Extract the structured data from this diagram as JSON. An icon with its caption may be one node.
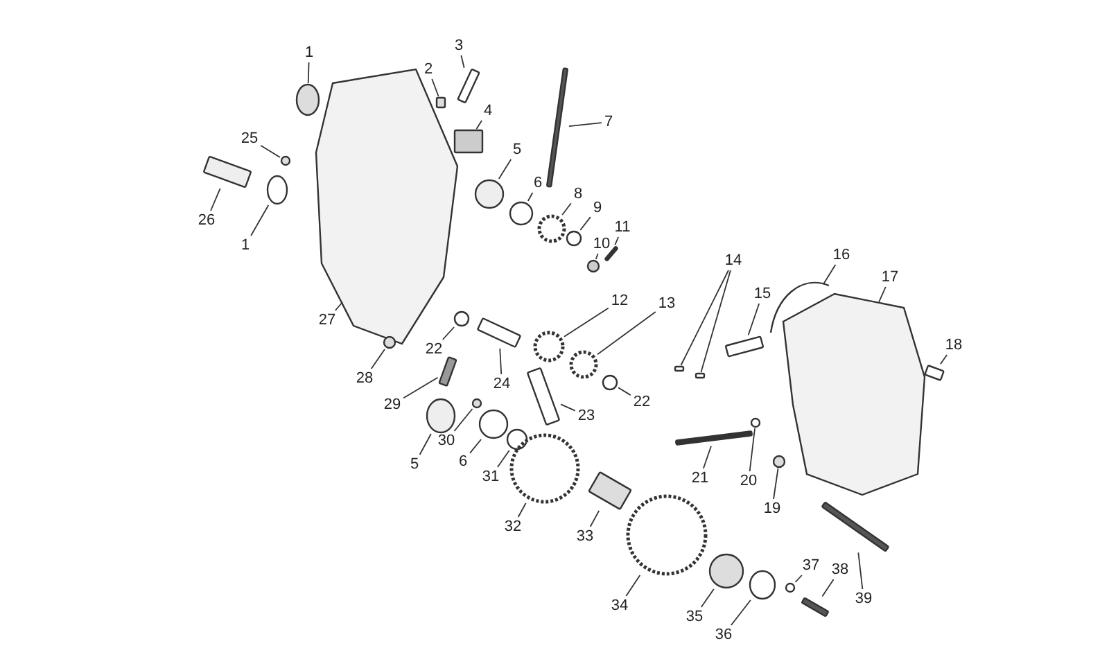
{
  "diagram": {
    "nodes": [
      {
        "text": [
          "3"
        ]
      },
      {
        "text": [
          "1"
        ]
      },
      {
        "text": [
          "2"
        ]
      },
      {
        "text": [
          "4"
        ]
      },
      {
        "text": [
          "7"
        ]
      },
      {
        "text": [
          "25"
        ]
      },
      {
        "text": [
          "5"
        ]
      },
      {
        "text": [
          "6"
        ]
      },
      {
        "text": [
          "8"
        ]
      },
      {
        "text": [
          "26"
        ]
      },
      {
        "text": [
          "9"
        ]
      },
      {
        "text": [
          "11"
        ]
      },
      {
        "text": [
          "10"
        ]
      },
      {
        "text": [
          "1"
        ]
      },
      {
        "text": [
          "14"
        ]
      },
      {
        "text": [
          "16"
        ]
      },
      {
        "text": [
          "15"
        ]
      },
      {
        "text": [
          "17"
        ]
      },
      {
        "text": [
          "12"
        ]
      },
      {
        "text": [
          "13"
        ]
      },
      {
        "text": [
          "27"
        ]
      },
      {
        "text": [
          "22"
        ]
      },
      {
        "text": [
          "18"
        ]
      },
      {
        "text": [
          "28"
        ]
      },
      {
        "text": [
          "24"
        ]
      },
      {
        "text": [
          "22"
        ]
      },
      {
        "text": [
          "29"
        ]
      },
      {
        "text": [
          "23"
        ]
      },
      {
        "text": [
          "30"
        ]
      },
      {
        "text": [
          "5"
        ]
      },
      {
        "text": [
          "6"
        ]
      },
      {
        "text": [
          "31"
        ]
      },
      {
        "text": [
          "21"
        ]
      },
      {
        "text": [
          "20"
        ]
      },
      {
        "text": [
          "19"
        ]
      },
      {
        "text": [
          "32"
        ]
      },
      {
        "text": [
          "33"
        ]
      },
      {
        "text": [
          "37"
        ]
      },
      {
        "text": [
          "38"
        ]
      },
      {
        "text": [
          "39"
        ]
      },
      {
        "text": [
          "34"
        ]
      },
      {
        "text": [
          "35"
        ]
      },
      {
        "text": [
          "36"
        ]
      },
      {
        "text": [],
        "shape": "box"
      },
      {
        "text": [],
        "shape": "circle"
      },
      {
        "text": [],
        "shape": "box"
      },
      {
        "text": [],
        "shape": "box"
      },
      {
        "text": [],
        "shape": "box"
      },
      {
        "text": [],
        "shape": "circle"
      },
      {
        "text": [],
        "shape": "circle"
      },
      {
        "text": [],
        "shape": "circle"
      },
      {
        "text": [],
        "shape": "circle"
      },
      {
        "text": [],
        "shape": "box"
      },
      {
        "text": [],
        "shape": "circle"
      },
      {
        "text": [],
        "shape": "box"
      },
      {
        "text": [],
        "shape": "circle"
      },
      {
        "text": [],
        "shape": "circle"
      },
      {
        "text": [],
        "shape": "box"
      },
      {
        "text": [],
        "shape": "box"
      },
      {
        "text": [],
        "shape": "curve"
      },
      {
        "text": [],
        "shape": "box"
      },
      {
        "text": [],
        "shape": "box"
      },
      {
        "text": [],
        "shape": "circle"
      },
      {
        "text": [],
        "shape": "circle"
      },
      {
        "text": [],
        "shape": "box"
      },
      {
        "text": [],
        "shape": "circle"
      },
      {
        "text": [],
        "shape": "box"
      },
      {
        "text": [],
        "shape": "circle"
      },
      {
        "text": [],
        "shape": "box"
      },
      {
        "text": [],
        "shape": "circle"
      },
      {
        "text": [],
        "shape": "box"
      },
      {
        "text": [],
        "shape": "box"
      },
      {
        "text": [],
        "shape": "circle"
      },
      {
        "text": [],
        "shape": "circle"
      },
      {
        "text": [],
        "shape": "circle"
      },
      {
        "text": [],
        "shape": "circle"
      },
      {
        "text": [],
        "shape": "box"
      },
      {
        "text": [],
        "shape": "circle"
      },
      {
        "text": [],
        "shape": "circle"
      },
      {
        "text": [],
        "shape": "circle"
      },
      {
        "text": [],
        "shape": "box"
      },
      {
        "text": [],
        "shape": "circle"
      },
      {
        "text": [],
        "shape": "box"
      },
      {
        "text": [],
        "shape": "box"
      },
      {
        "text": [],
        "shape": "circle"
      },
      {
        "text": [],
        "shape": "circle"
      },
      {
        "text": [],
        "shape": "circle"
      }
    ],
    "edges": [
      {
        "from": 0,
        "to": 43,
        "arrow": "none"
      },
      {
        "from": 1,
        "to": 44,
        "arrow": "none"
      },
      {
        "from": 2,
        "to": 45,
        "arrow": "none"
      },
      {
        "from": 3,
        "to": 46,
        "arrow": "none"
      },
      {
        "from": 4,
        "to": 47,
        "arrow": "none"
      },
      {
        "from": 5,
        "to": 48,
        "arrow": "none"
      },
      {
        "from": 6,
        "to": 49,
        "arrow": "none"
      },
      {
        "from": 7,
        "to": 50,
        "arrow": "none"
      },
      {
        "from": 8,
        "to": 51,
        "arrow": "none"
      },
      {
        "from": 9,
        "to": 52,
        "arrow": "none"
      },
      {
        "from": 10,
        "to": 53,
        "arrow": "none"
      },
      {
        "from": 11,
        "to": 54,
        "arrow": "none"
      },
      {
        "from": 12,
        "to": 55,
        "arrow": "none"
      },
      {
        "from": 13,
        "to": 56,
        "arrow": "none"
      },
      {
        "from": 14,
        "to": 57,
        "arrow": "none"
      },
      {
        "from": 14,
        "to": 58,
        "arrow": "none"
      },
      {
        "from": 15,
        "to": 59,
        "arrow": "none"
      },
      {
        "from": 16,
        "to": 60,
        "arrow": "none"
      },
      {
        "from": 17,
        "to": 61,
        "arrow": "none"
      },
      {
        "from": 18,
        "to": 62,
        "arrow": "none"
      },
      {
        "from": 19,
        "to": 63,
        "arrow": "none"
      },
      {
        "from": 20,
        "to": 64,
        "arrow": "none"
      },
      {
        "from": 21,
        "to": 65,
        "arrow": "none"
      },
      {
        "from": 22,
        "to": 66,
        "arrow": "none"
      },
      {
        "from": 23,
        "to": 67,
        "arrow": "none"
      },
      {
        "from": 24,
        "to": 68,
        "arrow": "none"
      },
      {
        "from": 25,
        "to": 69,
        "arrow": "none"
      },
      {
        "from": 26,
        "to": 70,
        "arrow": "none"
      },
      {
        "from": 27,
        "to": 71,
        "arrow": "none"
      },
      {
        "from": 28,
        "to": 72,
        "arrow": "none"
      },
      {
        "from": 29,
        "to": 73,
        "arrow": "none"
      },
      {
        "from": 30,
        "to": 74,
        "arrow": "none"
      },
      {
        "from": 31,
        "to": 75,
        "arrow": "none"
      },
      {
        "from": 32,
        "to": 76,
        "arrow": "none"
      },
      {
        "from": 33,
        "to": 77,
        "arrow": "none"
      },
      {
        "from": 34,
        "to": 78,
        "arrow": "none"
      },
      {
        "from": 35,
        "to": 79,
        "arrow": "none"
      },
      {
        "from": 36,
        "to": 80,
        "arrow": "none"
      },
      {
        "from": 37,
        "to": 81,
        "arrow": "none"
      },
      {
        "from": 38,
        "to": 82,
        "arrow": "none"
      },
      {
        "from": 39,
        "to": 83,
        "arrow": "none"
      },
      {
        "from": 40,
        "to": 84,
        "arrow": "none"
      },
      {
        "from": 41,
        "to": 85,
        "arrow": "none"
      },
      {
        "from": 42,
        "to": 86,
        "arrow": "none"
      }
    ]
  }
}
